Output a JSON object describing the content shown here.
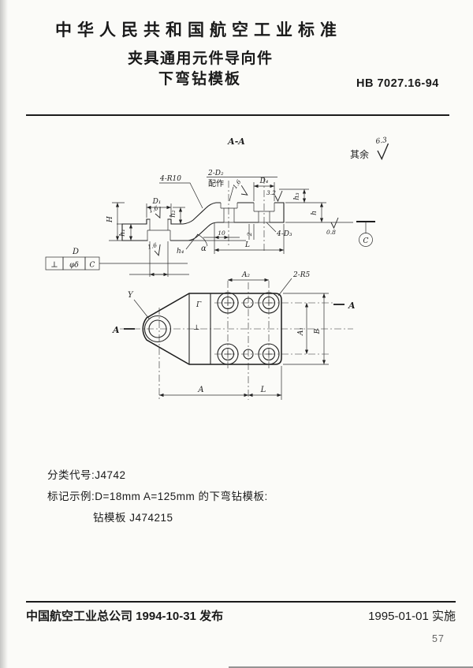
{
  "header": {
    "standard_title": "中华人民共和国航空工业标准",
    "doc_title_line1": "夹具通用元件导向件",
    "doc_title_line2": "下弯钻模板",
    "standard_number": "HB 7027.16-94"
  },
  "drawing": {
    "section": {
      "view_title": "A-A",
      "rest_label": "其余",
      "rest_roughness": "6.3",
      "labels": {
        "r10": "4-R10",
        "d2": "2-D₂",
        "d2_note": "配作",
        "d4": "D₄",
        "d1": "D₁",
        "d3": "4-D₃",
        "cap_h": "H",
        "h1": "h₁",
        "h2": "h₂",
        "h3": "h₃",
        "h4": "h₄",
        "h": "h",
        "alpha": "α",
        "dim10": "10",
        "dim2": "2",
        "len": "L",
        "rough16_top": "1.6",
        "rough16_mid": "1.6",
        "rough16_bottom": "1.6",
        "rough32": "3.2",
        "rough08": "0.8",
        "datum": "C"
      }
    },
    "frame": {
      "dim": "D",
      "symbol": "⊥",
      "tolerance": "φδ",
      "datum": "C"
    },
    "plan": {
      "labels": {
        "y_ref": "Y",
        "a2": "A₂",
        "r5": "2-R5",
        "a1": "A₁",
        "b": "B",
        "a": "A",
        "len": "L",
        "section_left": "A",
        "section_right": "A",
        "mark_gamma": "Γ",
        "mark_perp": "⊥"
      }
    }
  },
  "body": {
    "class_code_line": "分类代号:J4742",
    "example_line": "标记示例:D=18mm  A=125mm 的下弯钻模板:",
    "example_designation": "钻模板  J474215"
  },
  "footer": {
    "publisher_line": "中国航空工业总公司 1994-10-31 发布",
    "implementation": "1995-01-01 实施",
    "page_number": "57"
  }
}
